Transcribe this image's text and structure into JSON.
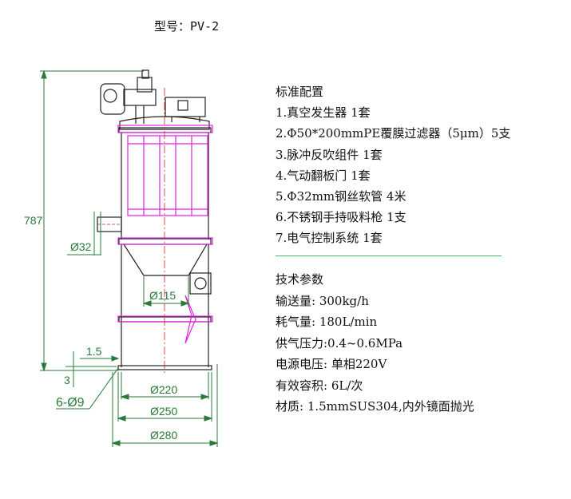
{
  "model_label": "型号：PV-2",
  "spec": {
    "heading": "标准配置",
    "items": [
      "1.真空发生器 1套",
      "2.Φ50*200mmPE覆膜过滤器（5μm）5支",
      "3.脉冲反吹组件 1套",
      "4.气动翻板门  1套",
      "5.Φ32mm钢丝软管 4米",
      "6.不锈钢手持吸料枪 1支",
      "7.电气控制系统 1套"
    ]
  },
  "params": {
    "heading": "技术参数",
    "items": [
      "输送量: 300kg/h",
      "耗气量: 180L/min",
      "供气压力:0.4~0.6MPa",
      "电源电压: 单相220V",
      "有效容积: 6L/次",
      "材质: 1.5mmSUS304,内外镜面抛光"
    ]
  },
  "dimensions": {
    "height": "787",
    "inlet": "Ø32",
    "outlet": "Ø115",
    "d1": "Ø220",
    "d2": "Ø250",
    "d3": "Ø280",
    "thickness": "1.5",
    "base": "3",
    "holes": "6-Ø9"
  },
  "colors": {
    "dimension": "#2a7a3a",
    "filter": "#e020e0",
    "outline": "#222222",
    "centerline": "#d02020"
  }
}
